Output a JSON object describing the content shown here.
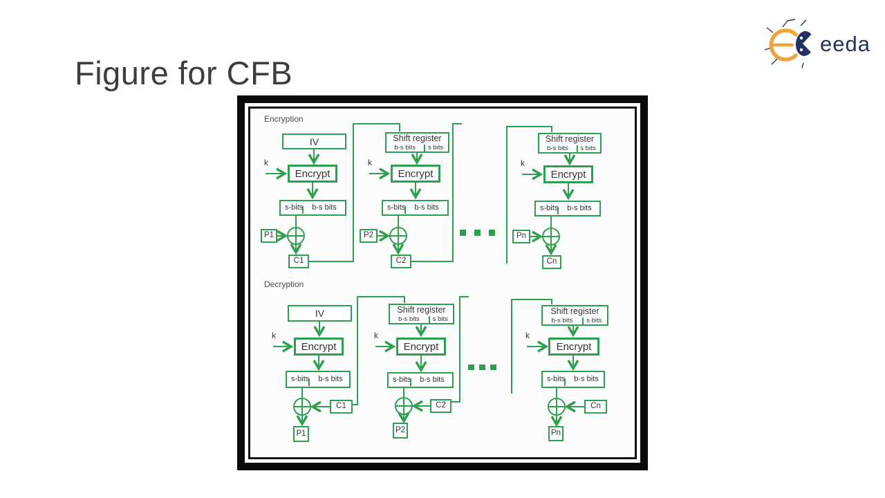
{
  "page": {
    "title": "Figure for CFB"
  },
  "logo": {
    "name": "Ekeeda",
    "text": "eeda",
    "accent_color": "#F2A33C",
    "navy_color": "#223064"
  },
  "diagram": {
    "line_color": "#2E9E4F",
    "encryption": {
      "label": "Encryption",
      "ellipsis": "...",
      "stages": [
        {
          "top": "IV",
          "key": "k",
          "encrypt": "Encrypt",
          "out_left": "s-bits",
          "out_right": "b-s bits",
          "xor_in": "P1",
          "result": "C1"
        },
        {
          "top": "Shift register",
          "sr_left": "b-s bits",
          "sr_right": "s bits",
          "key": "k",
          "encrypt": "Encrypt",
          "out_left": "s-bits",
          "out_right": "b-s bits",
          "xor_in": "P2",
          "result": "C2"
        },
        {
          "top": "Shift register",
          "sr_left": "b-s bits",
          "sr_right": "s bits",
          "key": "k",
          "encrypt": "Encrypt",
          "out_left": "s-bits",
          "out_right": "b-s bits",
          "xor_in": "Pn",
          "result": "Cn"
        }
      ]
    },
    "decryption": {
      "label": "Decryption",
      "ellipsis": "...",
      "stages": [
        {
          "top": "IV",
          "key": "k",
          "encrypt": "Encrypt",
          "out_left": "s-bits",
          "out_right": "b-s bits",
          "xor_in": "C1",
          "result": "P1"
        },
        {
          "top": "Shift register",
          "sr_left": "b-s bits",
          "sr_right": "s bits",
          "key": "k",
          "encrypt": "Encrypt",
          "out_left": "s-bits",
          "out_right": "b-s bits",
          "xor_in": "C2",
          "result": "P2"
        },
        {
          "top": "Shift register",
          "sr_left": "b-s bits",
          "sr_right": "s bits",
          "key": "k",
          "encrypt": "Encrypt",
          "out_left": "s-bits",
          "out_right": "b-s bits",
          "xor_in": "Cn",
          "result": "Pn"
        }
      ]
    }
  }
}
